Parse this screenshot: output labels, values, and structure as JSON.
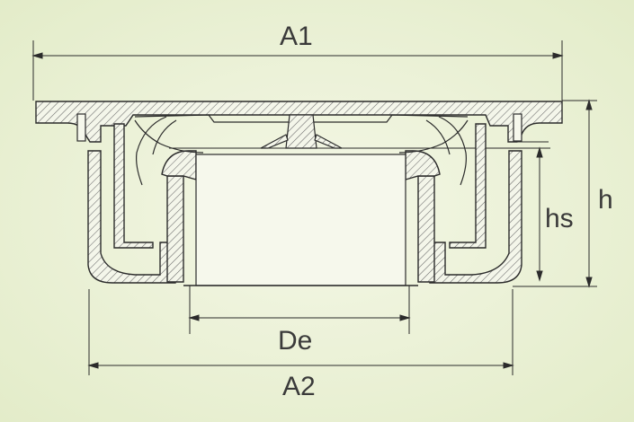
{
  "dimensions": {
    "a1": "A1",
    "h": "h",
    "hs": "hs",
    "de": "De",
    "a2": "A2"
  },
  "colors": {
    "background": "#eef3dc",
    "stroke": "#2b2b2b",
    "hatch": "#6b6b6b"
  }
}
